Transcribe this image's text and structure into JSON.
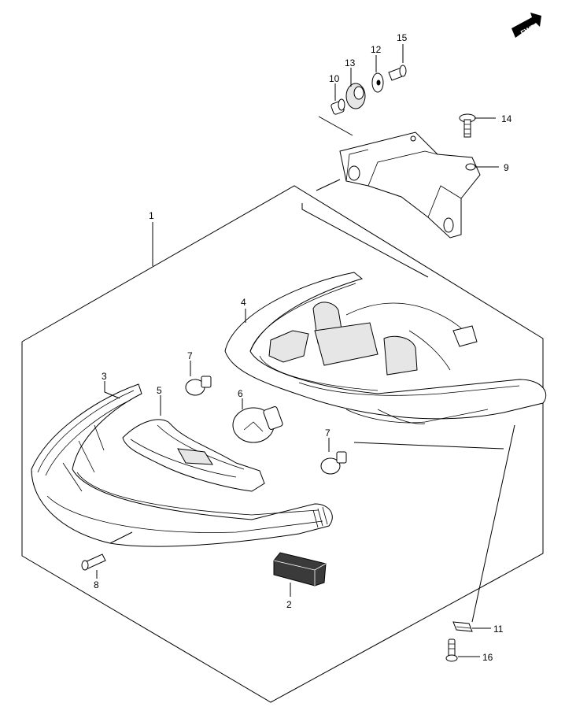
{
  "diagram": {
    "fwd_label": "FWD",
    "callouts": {
      "c1": "1",
      "c2": "2",
      "c3": "3",
      "c4": "4",
      "c5": "5",
      "c6": "6",
      "c7a": "7",
      "c7b": "7",
      "c8": "8",
      "c9": "9",
      "c10": "10",
      "c11": "11",
      "c12": "12",
      "c13": "13",
      "c14": "14",
      "c15": "15",
      "c16": "16"
    }
  }
}
